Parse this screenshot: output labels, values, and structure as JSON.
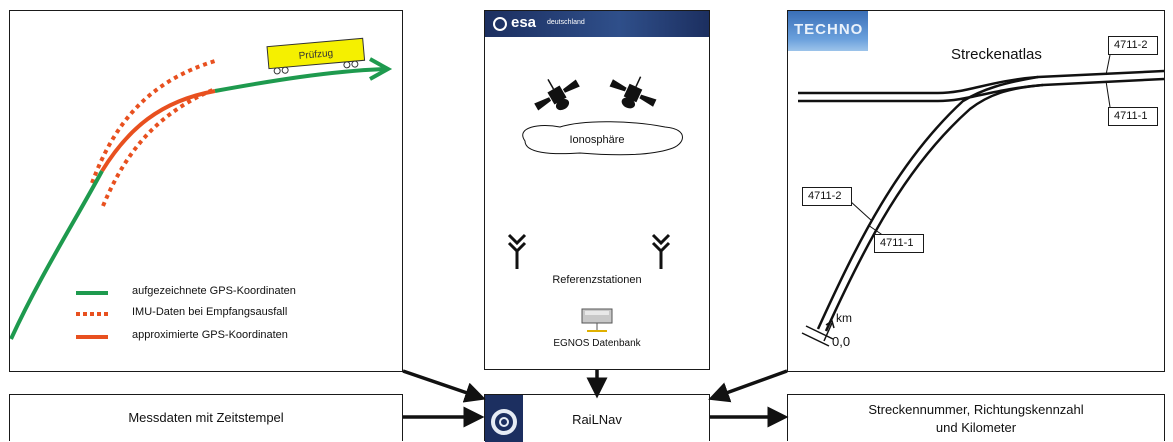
{
  "gps_panel": {
    "train_label": "Prüfzug",
    "legend": [
      {
        "label": "aufgezeichnete GPS-Koordinaten",
        "style": "solid",
        "color": "#1e9a4e"
      },
      {
        "label": "IMU-Daten bei Empfangsausfall",
        "style": "dotted",
        "color": "#e8501f"
      },
      {
        "label": "approximierte GPS-Koordinaten",
        "style": "solid",
        "color": "#e8501f"
      }
    ]
  },
  "esa_panel": {
    "logo_text": "esa",
    "logo_subtext": "deutschland",
    "ionosphere_label": "Ionosphäre",
    "stations_label": "Referenzstationen",
    "database_label": "EGNOS Datenbank"
  },
  "atlas_panel": {
    "title": "Streckenatlas",
    "logo_text": "TECHNO",
    "track_labels": [
      "4711-2",
      "4711-1",
      "4711-2",
      "4711-1"
    ],
    "km_label": "km",
    "origin_label": "0,0"
  },
  "bottom": {
    "input_label": "Messdaten mit Zeitstempel",
    "center_label": "RaiLNav",
    "output_label_line1": "Streckennummer, Richtungskennzahl",
    "output_label_line2": "und Kilometer"
  },
  "colors": {
    "recorded": "#1e9a4e",
    "imu": "#e8501f",
    "approx": "#e8501f",
    "train": "#f5f000",
    "esa_header": "#1c2f60"
  }
}
